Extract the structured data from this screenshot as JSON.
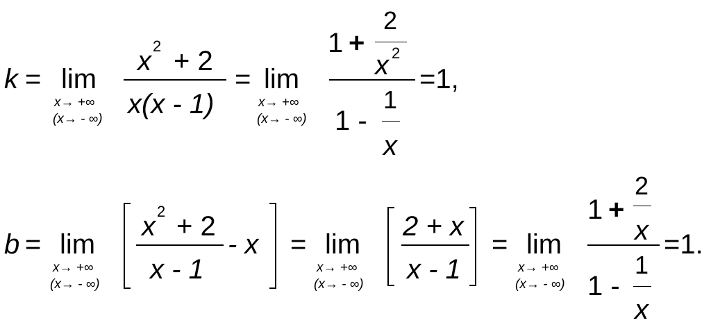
{
  "eq1": {
    "lhs": "k",
    "eq": "=",
    "lim": "lim",
    "lim_sub1": "x→ +∞",
    "lim_sub2": "(x→ - ∞)",
    "frac1_num_x": "x",
    "frac1_num_exp": "2",
    "frac1_num_rest": "+ 2",
    "frac1_den": "x(x - 1)",
    "frac2_num_one": "1",
    "frac2_num_plus": "+",
    "frac2_num_inner_num": "2",
    "frac2_num_inner_den_x": "x",
    "frac2_num_inner_den_exp": "2",
    "frac2_den_one_minus": "1 -",
    "frac2_den_inner_num": "1",
    "frac2_den_inner_den": "x",
    "result": "=1,"
  },
  "eq2": {
    "lhs": "b",
    "eq": "=",
    "lim": "lim",
    "lim_sub1": "x→ +∞",
    "lim_sub2": "(x→ - ∞)",
    "frac1_num_x": "x",
    "frac1_num_exp": "2",
    "frac1_num_rest": "+ 2",
    "frac1_den": "x - 1",
    "minus_x": "-  x",
    "frac2_num": "2 + x",
    "frac2_den": "x - 1",
    "frac3_num_one": "1",
    "frac3_num_plus": "+",
    "frac3_num_inner_num": "2",
    "frac3_num_inner_den": "x",
    "frac3_den_one_minus": "1 -",
    "frac3_den_inner_num": "1",
    "frac3_den_inner_den": "x",
    "result": "=1."
  }
}
